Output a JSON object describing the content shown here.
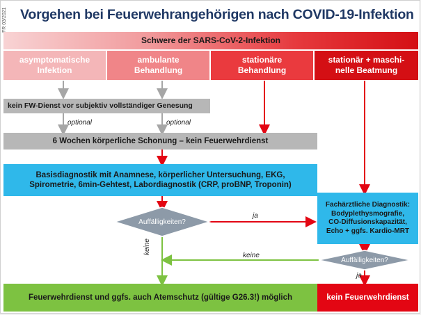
{
  "side_label": "FR 03/2021",
  "title": "Vorgehen bei Feuerwehrangehörigen nach COVID-19-Infektion",
  "severity_header": "Schwere der SARS-CoV-2-Infektion",
  "categories": [
    {
      "label": "asymptomatische Infektion",
      "color": "#f4b6b8"
    },
    {
      "label": "ambulante Behandlung",
      "color": "#f08588"
    },
    {
      "label": "stationäre Behandlung",
      "color": "#ea3a3e"
    },
    {
      "label": "stationär + maschi-nelle Beatmung",
      "color": "#d40f14"
    }
  ],
  "no_duty_until_recovery": "kein FW-Dienst vor subjektiv vollständiger Genesung",
  "optional_labels": [
    "optional",
    "optional"
  ],
  "six_weeks": "6 Wochen körperliche Schonung – kein Feuerwehrdienst",
  "basic_diagnostics_line1": "Basisdiagnostik mit Anamnese, körperlicher Untersuchung, EKG,",
  "basic_diagnostics_line2": "Spirometrie, 6min-Gehtest, Labordiagnostik (CRP, proBNP, Troponin)",
  "specialist_diagnostics": [
    "Fachärztliche Diagnostik:",
    "Bodyplethysmografie,",
    "CO-Diffusionskapazität,",
    "Echo + ggfs. Kardio-MRT"
  ],
  "decision_label": "Auffälligkeiten?",
  "ja_label": "ja",
  "keine_label": "keine",
  "fire_duty_possible": "Feuerwehrdienst und ggfs. auch Atemschutz (gültige G26.3!) möglich",
  "no_fire_duty": "kein Feuerwehrdienst",
  "colors": {
    "title": "#1f3864",
    "grey_box": "#b7b7b7",
    "cyan_box": "#2fb8ea",
    "green_box": "#7dc241",
    "red_box": "#e30613",
    "diamond": "#8d9aa8",
    "arrow_grey": "#a6a6a6",
    "arrow_red": "#e30613",
    "arrow_green": "#7dc241"
  }
}
